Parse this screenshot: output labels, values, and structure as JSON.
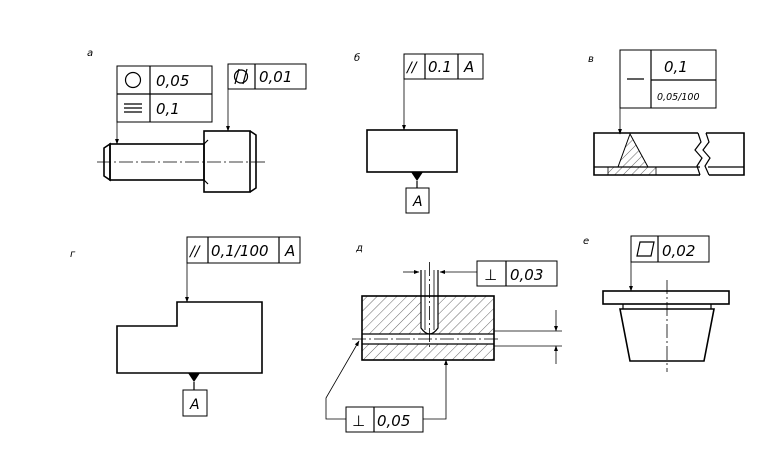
{
  "panels": {
    "a": {
      "label": "а",
      "frame1": {
        "row1_symbol": "roundness-circle",
        "row1_value": "0,05",
        "row2_symbol": "symmetry-lines",
        "row2_value": "0,1"
      },
      "frame2": {
        "symbol": "cylindricity",
        "value": "0,01"
      }
    },
    "b": {
      "label": "б",
      "frame": {
        "symbol": "//",
        "value": "0.1",
        "datum": "A"
      },
      "datum_label": "A"
    },
    "v": {
      "label": "в",
      "frame": {
        "symbol": "straightness-dash",
        "value": "0,1",
        "sub_value": "0,05/100"
      }
    },
    "g": {
      "label": "г",
      "frame": {
        "symbol": "//",
        "value": "0,1/100",
        "datum": "A"
      },
      "datum_label": "A"
    },
    "d": {
      "label": "д",
      "frame_top": {
        "symbol": "⊥",
        "value": "0,03"
      },
      "frame_bottom": {
        "symbol": "⊥",
        "value": "0,05"
      }
    },
    "e": {
      "label": "е",
      "frame": {
        "symbol": "flatness-parallelogram",
        "value": "0,02"
      }
    }
  }
}
